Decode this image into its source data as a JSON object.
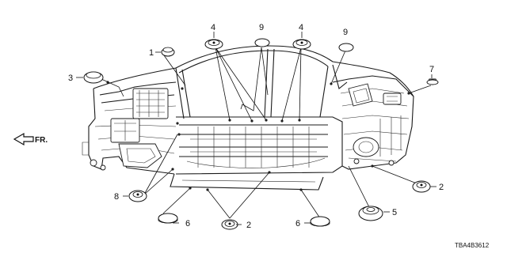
{
  "diagram_code": "TBA4B3612",
  "direction_label": "FR.",
  "callouts": {
    "c1": "1",
    "c3": "3",
    "c4a": "4",
    "c9a": "9",
    "c4b": "4",
    "c9b": "9",
    "c7": "7",
    "c8": "8",
    "c6a": "6",
    "c2a": "2",
    "c6b": "6",
    "c5": "5",
    "c2b": "2"
  },
  "icons": {
    "arrow": "fr-arrow-icon",
    "grommet": "grommet-icon",
    "plug": "plug-icon"
  }
}
